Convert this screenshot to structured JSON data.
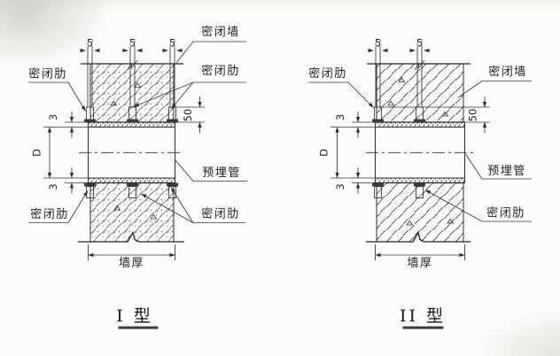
{
  "drawing": {
    "type1": {
      "title": "I 型",
      "wall_label": "密闭墙",
      "rib_label": "密闭肋",
      "pipe_label": "预埋管",
      "thickness_label": "墙厚",
      "dim_rib_thickness": "5",
      "dim_rib_depth": "50",
      "dim_pipe_wall": "3",
      "dim_diameter": "D"
    },
    "type2": {
      "title": "II 型",
      "wall_label": "密闭墙",
      "rib_label": "密闭肋",
      "pipe_label": "预埋管",
      "thickness_label": "墙厚",
      "dim_rib_thickness": "5",
      "dim_rib_depth": "50",
      "dim_pipe_wall": "3",
      "dim_diameter": "D"
    }
  }
}
